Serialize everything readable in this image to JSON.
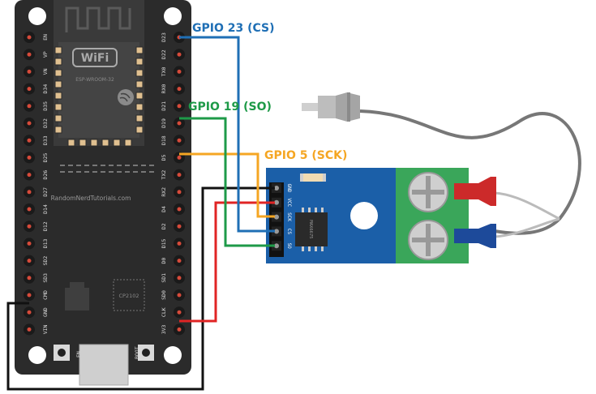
{
  "labels": {
    "cs": "GPIO 23 (CS)",
    "so": "GPIO 19 (SO)",
    "sck": "GPIO 5 (SCK)"
  },
  "board": {
    "wifi_logo": "WiFi",
    "module_name": "ESP-WROOM-32",
    "brand_url": "RandomNerdTutorials.com",
    "usb_chip": "CP2102",
    "en_button": "EN",
    "boot_button": "BOOT",
    "left_pins": [
      "EN",
      "VP",
      "VN",
      "D34",
      "D35",
      "D32",
      "D33",
      "D25",
      "D26",
      "D27",
      "D14",
      "D12",
      "D13",
      "SD2",
      "SD3",
      "CMD",
      "GND",
      "VIN"
    ],
    "right_pins": [
      "D23",
      "D22",
      "TX0",
      "RX0",
      "D21",
      "D19",
      "D18",
      "D5",
      "TX2",
      "RX2",
      "D4",
      "D2",
      "D15",
      "D0",
      "SD1",
      "SD0",
      "CLK",
      "3V3"
    ]
  },
  "module": {
    "pins": [
      "GND",
      "VCC",
      "SCK",
      "CS",
      "SO"
    ],
    "chip": "MAX6675"
  },
  "colors": {
    "cs": "#1f6fb5",
    "so": "#1e9a48",
    "sck": "#f5a623",
    "gnd": "#111111",
    "vcc": "#e02424",
    "board": "#2b2b2b",
    "module": "#1b5fa8",
    "terminal": "#3aa65a"
  }
}
